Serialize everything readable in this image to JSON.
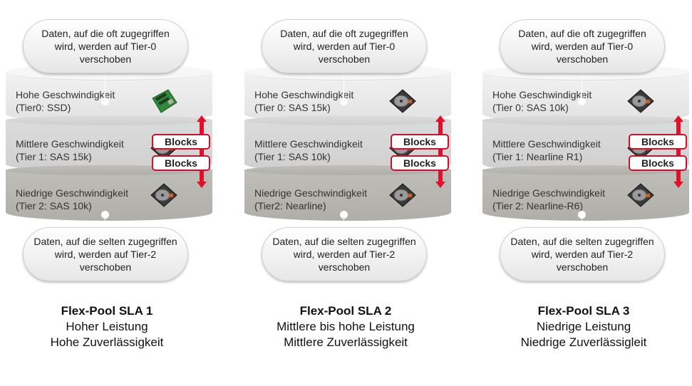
{
  "blocks_label": "Blocks",
  "colors": {
    "arrow": "#e3102b",
    "blocks_border": "#d0102a"
  },
  "pools": [
    {
      "top_bubble": "Daten, auf die oft zugegriffen wird, werden auf Tier-0 verschoben",
      "tiers": [
        {
          "name": "Hohe Geschwindigkeit",
          "detail": "(Tier0: SSD)",
          "icon": "ssd-icon"
        },
        {
          "name": "Mittlere Geschwindigkeit",
          "detail": "(Tier 1: SAS 15k)",
          "icon": "hard-drive-icon"
        },
        {
          "name": "Niedrige Geschwindigkeit",
          "detail": "(Tier 2: SAS 10k)",
          "icon": "hard-drive-icon"
        }
      ],
      "bottom_bubble": "Daten, auf die selten zugegriffen wird, werden auf Tier-2 verschoben",
      "title": "Flex-Pool SLA 1",
      "line1": "Hoher Leistung",
      "line2": "Hohe Zuverlässigkeit"
    },
    {
      "top_bubble": "Daten, auf die oft zugegriffen wird, werden auf Tier-0 verschoben",
      "tiers": [
        {
          "name": "Hohe Geschwindigkeit",
          "detail": "(Tier 0: SAS 15k)",
          "icon": "hard-drive-icon"
        },
        {
          "name": "Mittlere Geschwindigkeit",
          "detail": "(Tier 1: SAS 10k)",
          "icon": "hard-drive-icon"
        },
        {
          "name": "Niedrige Geschwindigkeit",
          "detail": "(Tier2: Nearline)",
          "icon": "hard-drive-icon"
        }
      ],
      "bottom_bubble": "Daten, auf die selten zugegriffen wird, werden auf Tier-2 verschoben",
      "title": "Flex-Pool SLA 2",
      "line1": "Mittlere bis hohe Leistung",
      "line2": "Mittlere Zuverlässigkeit"
    },
    {
      "top_bubble": "Daten, auf die oft zugegriffen wird, werden auf Tier-0 verschoben",
      "tiers": [
        {
          "name": "Hohe Geschwindigkeit",
          "detail": "(Tier 0: SAS 10k)",
          "icon": "hard-drive-icon"
        },
        {
          "name": "Mittlere Geschwindigkeit",
          "detail": "(Tier 1: Nearline R1)",
          "icon": "hard-drive-icon"
        },
        {
          "name": "Niedrige Geschwindigkeit",
          "detail": "(Tier 2: Nearline-R6)",
          "icon": "hard-drive-icon"
        }
      ],
      "bottom_bubble": "Daten, auf die selten zugegriffen wird, werden auf Tier-2 verschoben",
      "title": "Flex-Pool SLA 3",
      "line1": "Niedrige Leistung",
      "line2": "Niedrige Zuverlässigleit"
    }
  ]
}
